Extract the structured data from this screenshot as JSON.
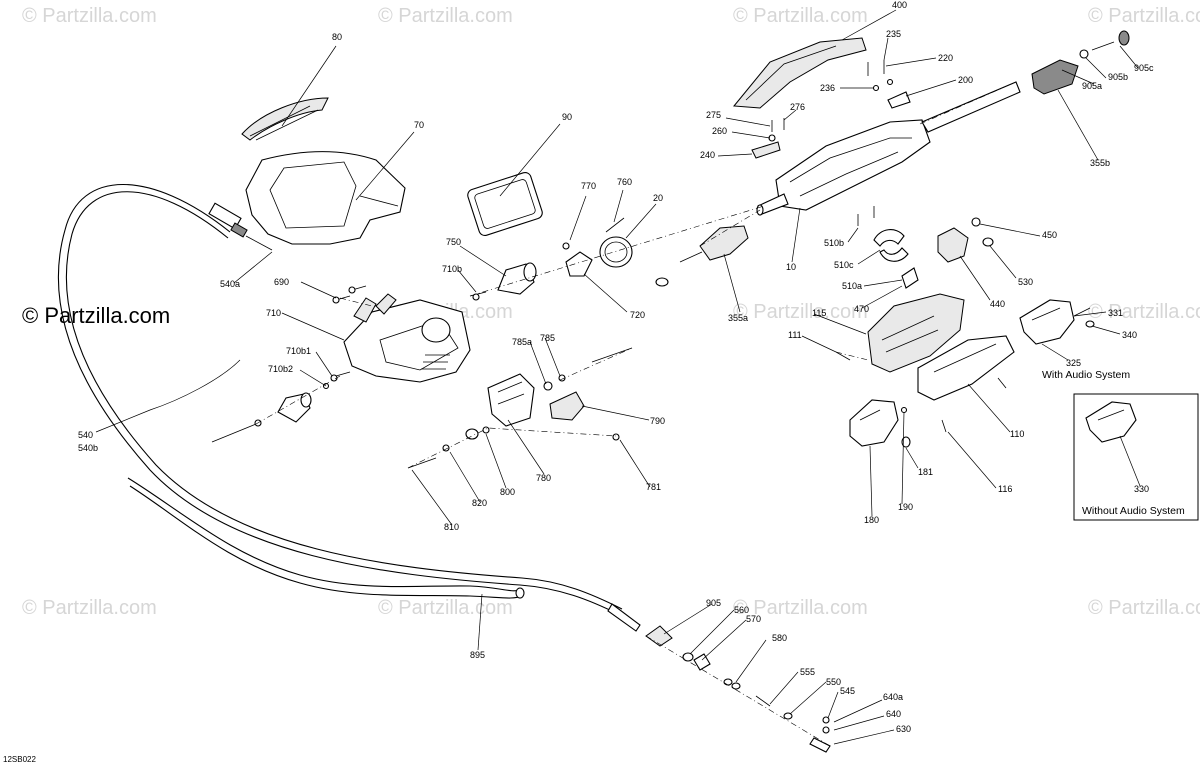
{
  "watermark": "© Partzilla.com",
  "brand": "© Partzilla.com",
  "figure_code": "12SB022",
  "notes": {
    "with_audio": "With Audio System",
    "without_audio": "Without Audio System"
  },
  "callouts": [
    "80",
    "70",
    "90",
    "770",
    "760",
    "20",
    "750",
    "710b",
    "720",
    "690",
    "540a",
    "710",
    "710b1",
    "710b2",
    "540",
    "540b",
    "785a",
    "785",
    "790",
    "780",
    "781",
    "800",
    "820",
    "810",
    "895",
    "905",
    "560",
    "570",
    "580",
    "555",
    "550",
    "545",
    "640a",
    "640",
    "630",
    "400",
    "235",
    "220",
    "200",
    "236",
    "905b",
    "905c",
    "905a",
    "275",
    "276",
    "260",
    "240",
    "355b",
    "10",
    "510b",
    "510c",
    "510a",
    "470",
    "450",
    "530",
    "440",
    "355a",
    "111",
    "115",
    "110",
    "116",
    "181",
    "180",
    "190",
    "331",
    "340",
    "325",
    "330"
  ]
}
